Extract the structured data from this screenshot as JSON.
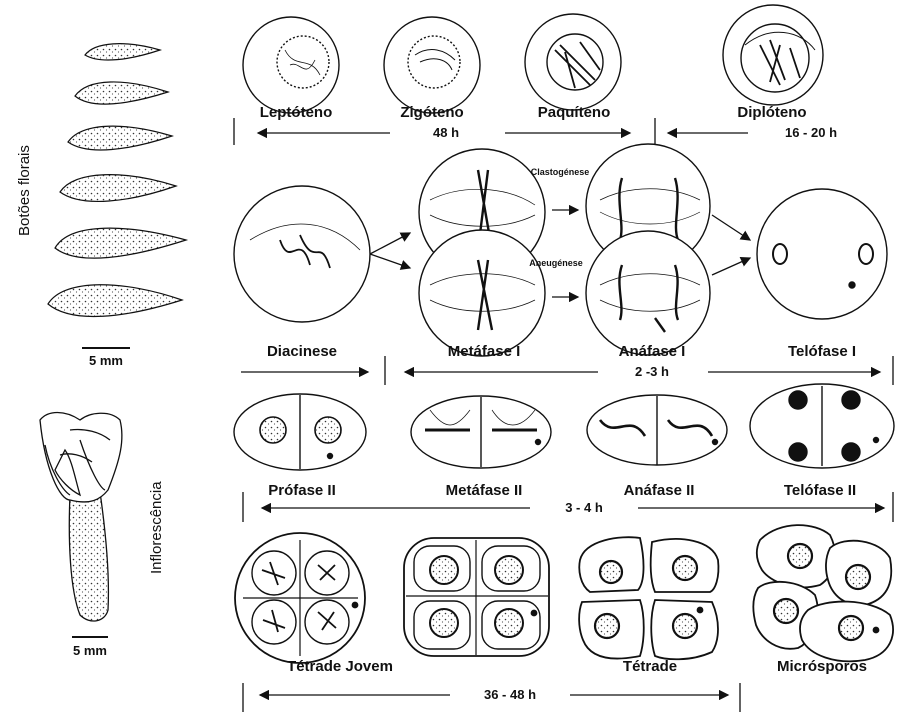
{
  "side_labels": {
    "buds": "Botões florais",
    "inflorescence": "Inflorescência",
    "scale_top": "5 mm",
    "scale_bottom": "5 mm"
  },
  "row1": {
    "stages": [
      "Leptóteno",
      "Zigóteno",
      "Paquíteno",
      "Diplóteno"
    ],
    "duration_a": "48 h",
    "duration_b": "16 - 20 h"
  },
  "row2": {
    "annot_top": "Clastogénese",
    "annot_bottom": "Aneugénese",
    "stages": [
      "Diacinese",
      "Metáfase I",
      "Anáfase I",
      "Telófase I"
    ],
    "duration": "2 -3 h"
  },
  "row3": {
    "stages": [
      "Prófase II",
      "Metáfase II",
      "Anáfase II",
      "Telófase II"
    ],
    "duration": "3 - 4 h"
  },
  "row4": {
    "stages": [
      "Tétrade Jovem",
      "Tétrade",
      "Micrósporos"
    ],
    "duration": "36 - 48 h"
  }
}
